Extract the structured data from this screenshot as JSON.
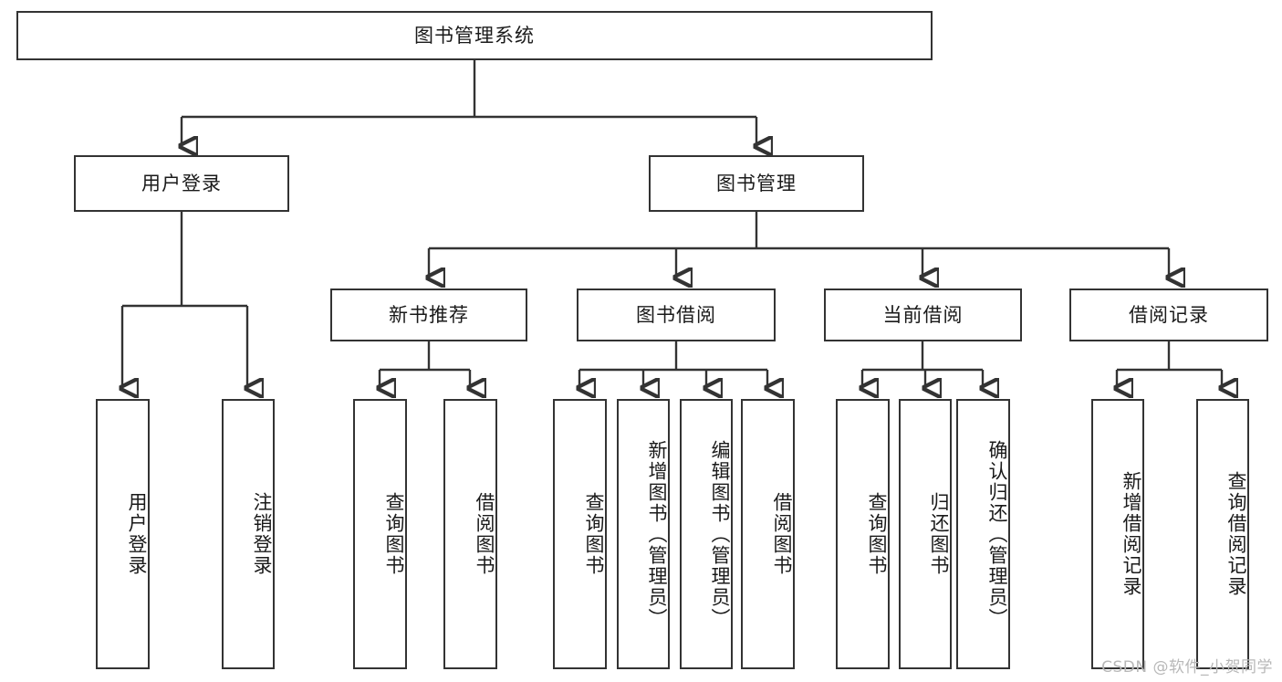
{
  "diagram": {
    "title": "图书管理系统",
    "type": "hierarchy-tree",
    "levels": 4,
    "root": {
      "label": "图书管理系统"
    },
    "level2": [
      {
        "label": "用户登录"
      },
      {
        "label": "图书管理"
      }
    ],
    "level3": [
      {
        "label": "新书推荐"
      },
      {
        "label": "图书借阅"
      },
      {
        "label": "当前借阅"
      },
      {
        "label": "借阅记录"
      }
    ],
    "leaves": {
      "user_login": [
        {
          "label": "用户登录"
        },
        {
          "label": "注销登录"
        }
      ],
      "new_book_recommend": [
        {
          "label": "查询图书"
        },
        {
          "label": "借阅图书"
        }
      ],
      "book_borrow": [
        {
          "label": "查询图书"
        },
        {
          "label": "新增图书（管理员）"
        },
        {
          "label": "编辑图书（管理员）"
        },
        {
          "label": "借阅图书"
        }
      ],
      "current_borrow": [
        {
          "label": "查询图书"
        },
        {
          "label": "归还图书"
        },
        {
          "label": "确认归还（管理员）"
        }
      ],
      "borrow_record": [
        {
          "label": "新增借阅记录"
        },
        {
          "label": "查询借阅记录"
        }
      ]
    }
  },
  "watermark": {
    "text": "CSDN @软件_小贺同学"
  },
  "colors": {
    "stroke": "#333333",
    "text": "#1a1a1a",
    "background": "#ffffff",
    "watermark": "#b8b8b8"
  }
}
